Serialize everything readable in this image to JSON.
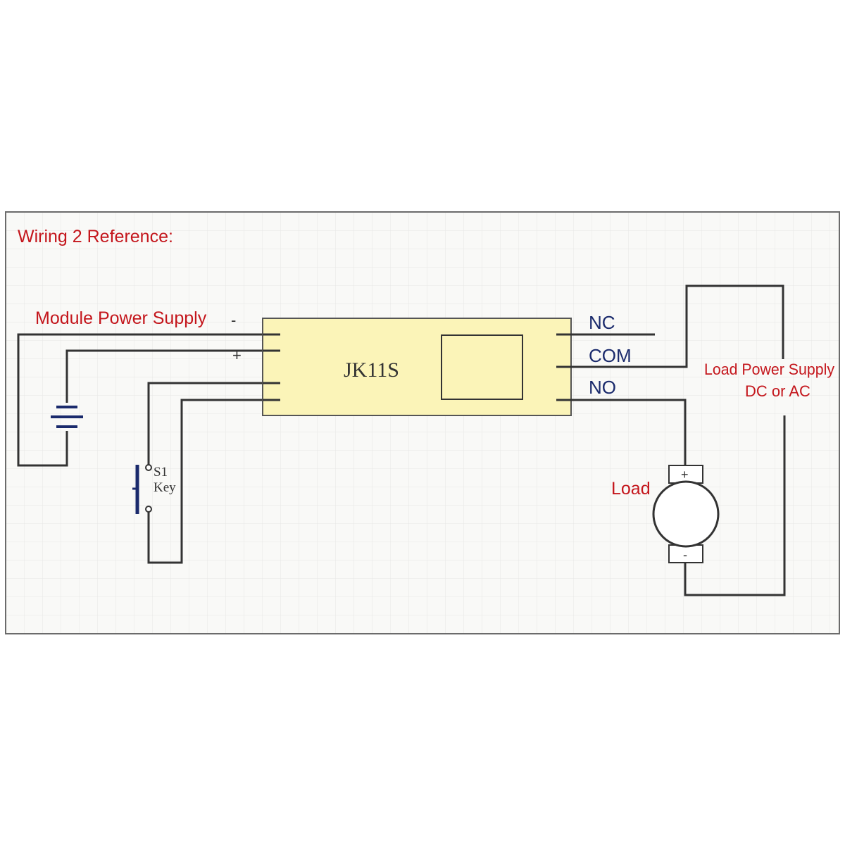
{
  "title": "Wiring 2 Reference:",
  "module_power_supply": {
    "label": "Module Power Supply",
    "minus": "-",
    "plus": "+"
  },
  "module": {
    "name": "JK11S"
  },
  "terminals": {
    "nc": "NC",
    "com": "COM",
    "no": "NO"
  },
  "switch": {
    "id": "S1",
    "label": "Key"
  },
  "load": {
    "label": "Load",
    "plus": "+",
    "minus": "-"
  },
  "load_power_supply": {
    "line1": "Load Power Supply",
    "line2": "DC or AC"
  },
  "colors": {
    "label_red": "#c4161c",
    "terminal_blue": "#1a2a6c",
    "wire": "#333333",
    "module_fill": "#fbf4b8",
    "grid": "#e9e9e9",
    "panel_bg": "#f9f9f7"
  }
}
